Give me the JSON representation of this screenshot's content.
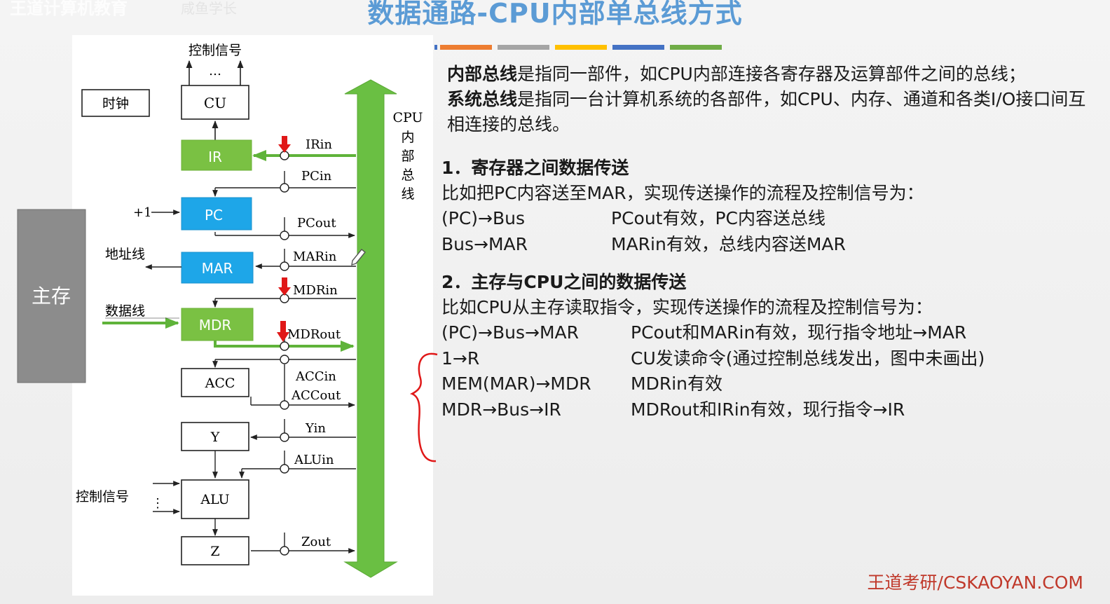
{
  "watermark": "王道计算机教育",
  "watermark_sub": "咸鱼学长",
  "title": "数据通路-CPU内部单总线方式",
  "accent_bars": [
    "#ed7d31",
    "#a5a5a5",
    "#ffc000",
    "#4472c4",
    "#70ad47"
  ],
  "diagram": {
    "control_signal_top": "控制信号",
    "dots": "…",
    "clock": "时钟",
    "cu": "CU",
    "main_memory": "主存",
    "ir": "IR",
    "pc": "PC",
    "plus_one": "+1",
    "mar": "MAR",
    "mdr": "MDR",
    "acc": "ACC",
    "y": "Y",
    "alu": "ALU",
    "z": "Z",
    "address_line": "地址线",
    "data_line": "数据线",
    "control_signal_left": "控制信号",
    "bus_label": [
      "CPU",
      "内",
      "部",
      "总",
      "线"
    ],
    "signals": {
      "irin": "IRin",
      "pcin": "PCin",
      "pcout": "PCout",
      "marin": "MARin",
      "mdrin": "MDRin",
      "mdrout": "MDRout",
      "accin": "ACCin",
      "accout": "ACCout",
      "yin": "Yin",
      "aluin": "ALUin",
      "zout": "Zout"
    }
  },
  "text": {
    "p1_bold": "内部总线",
    "p1_rest": "是指同一部件，如CPU内部连接各寄存器及运算部件之间的总线；",
    "p2_bold": "系统总线",
    "p2_rest": "是指同一台计算机系统的各部件，如CPU、内存、通道和各类I/O接口间互相连接的总线。",
    "s1_title": "1．寄存器之间数据传送",
    "s1_intro": "比如把PC内容送至MAR，实现传送操作的流程及控制信号为：",
    "s1_rows": [
      {
        "op": "(PC)→Bus",
        "desc": "PCout有效，PC内容送总线"
      },
      {
        "op": "Bus→MAR",
        "desc": "MARin有效，总线内容送MAR"
      }
    ],
    "s2_title": "2．主存与CPU之间的数据传送",
    "s2_intro": "比如CPU从主存读取指令，实现传送操作的流程及控制信号为：",
    "s2_rows": [
      {
        "op": "(PC)→Bus→MAR",
        "desc": "PCout和MARin有效，现行指令地址→MAR"
      },
      {
        "op": "1→R",
        "desc": "CU发读命令(通过控制总线发出，图中未画出)"
      },
      {
        "op": "MEM(MAR)→MDR",
        "desc": "MDRin有效"
      },
      {
        "op": "MDR→Bus→IR",
        "desc": "MDRout和IRin有效，现行指令→IR"
      }
    ]
  },
  "footer": "王道考研/CSKAOYAN.COM"
}
